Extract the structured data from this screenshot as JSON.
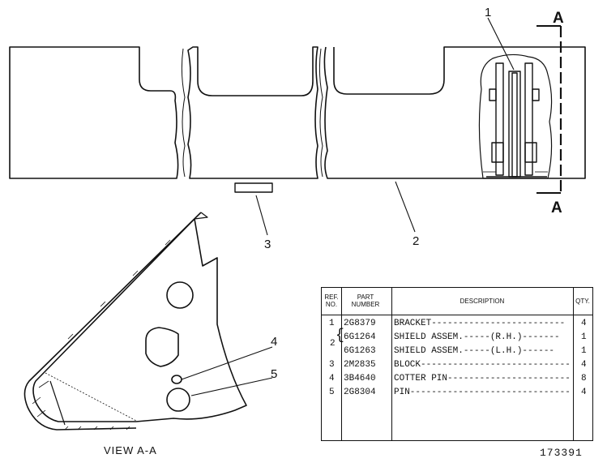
{
  "callouts": {
    "c1": "1",
    "c2": "2",
    "c3": "3",
    "c4": "4",
    "c5": "5",
    "section_a_top": "A",
    "section_a_bottom": "A"
  },
  "view_caption": "VIEW A-A",
  "figure_number": "173391",
  "table": {
    "headers": {
      "ref": "REF. NO.",
      "part": "PART NUMBER",
      "desc": "DESCRIPTION",
      "qty": "QTY."
    },
    "rows": [
      {
        "ref": "1",
        "part": "2G8379",
        "desc": "BRACKET-------------------------",
        "qty": "4"
      },
      {
        "ref": "",
        "part": "6G1264",
        "desc": "SHIELD ASSEM.-----(R.H.)-------",
        "qty": "1"
      },
      {
        "ref": "",
        "part": "6G1263",
        "desc": "SHIELD ASSEM.-----(L.H.)------",
        "qty": "1"
      },
      {
        "ref": "3",
        "part": "2M2835",
        "desc": "BLOCK----------------------------",
        "qty": "4"
      },
      {
        "ref": "4",
        "part": "3B4640",
        "desc": "COTTER PIN-----------------------",
        "qty": "8"
      },
      {
        "ref": "5",
        "part": "2G8304",
        "desc": "PIN------------------------------",
        "qty": "4"
      }
    ],
    "group_ref": "2"
  }
}
